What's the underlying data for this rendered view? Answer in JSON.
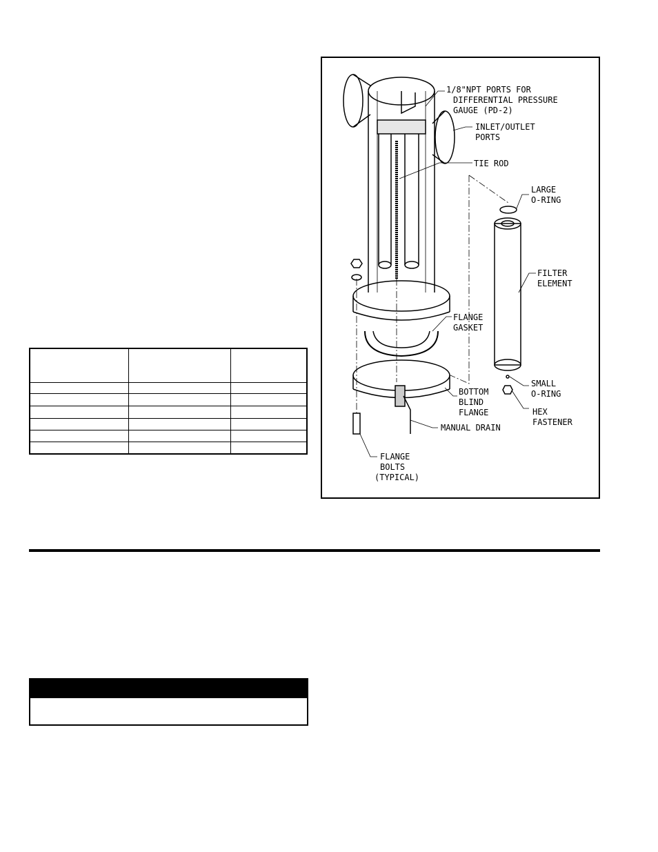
{
  "figure": {
    "labels": {
      "ports_line1": "1/8\"NPT PORTS FOR",
      "ports_line2": "DIFFERENTIAL PRESSURE",
      "ports_line3": "GAUGE (PD-2)",
      "inlet_line1": "INLET/OUTLET",
      "inlet_line2": "PORTS",
      "tie_rod": "TIE ROD",
      "large_oring_line1": "LARGE",
      "large_oring_line2": "O-RING",
      "filter_line1": "FILTER",
      "filter_line2": "ELEMENT",
      "gasket_line1": "FLANGE",
      "gasket_line2": "GASKET",
      "small_oring_line1": "SMALL",
      "small_oring_line2": "O-RING",
      "blind_line1": "BOTTOM",
      "blind_line2": "BLIND",
      "blind_line3": "FLANGE",
      "hex_line1": "HEX",
      "hex_line2": "FASTENER",
      "drain": "MANUAL DRAIN",
      "bolts_line1": "FLANGE",
      "bolts_line2": "BOLTS",
      "bolts_line3": "(TYPICAL)"
    }
  },
  "notice": {
    "header": "",
    "body": ""
  }
}
